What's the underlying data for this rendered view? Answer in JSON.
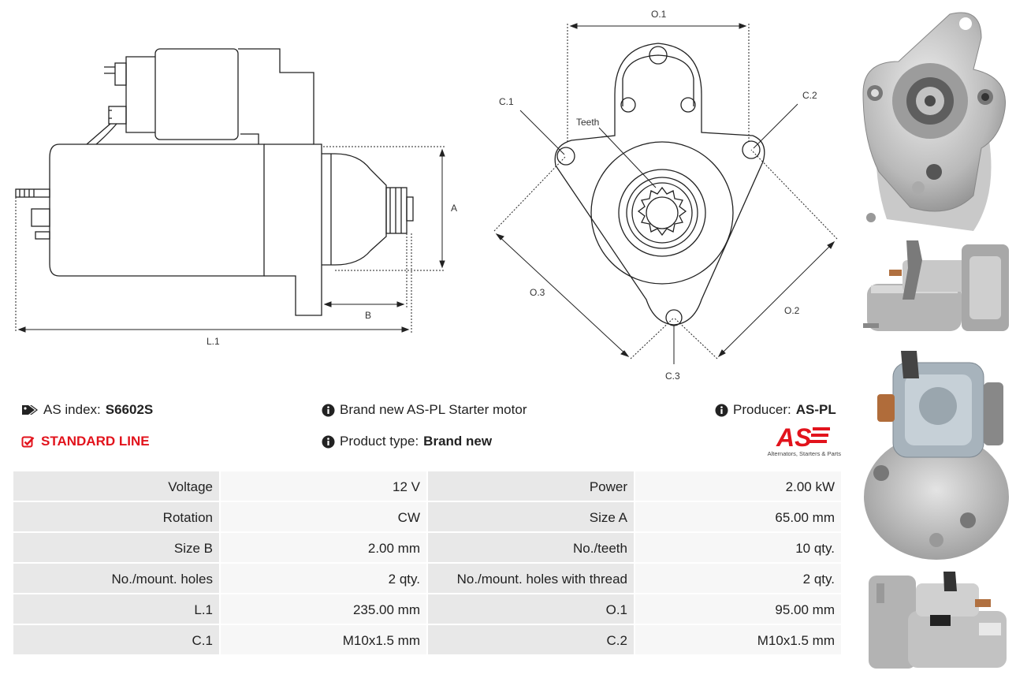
{
  "drawing_labels": {
    "l1": "L.1",
    "a": "A",
    "b": "B",
    "o1": "O.1",
    "o2": "O.2",
    "o3": "O.3",
    "c1": "C.1",
    "c2": "C.2",
    "c3": "C.3",
    "teeth": "Teeth"
  },
  "info": {
    "as_index_label": "AS index:",
    "as_index_value": "S6602S",
    "standard_line": "STANDARD LINE",
    "description": "Brand new AS-PL Starter motor",
    "product_type_label": "Product type:",
    "product_type_value": "Brand new",
    "producer_label": "Producer:",
    "producer_value": "AS-PL"
  },
  "logo": {
    "text": "AS",
    "tagline": "Alternators, Starters & Parts",
    "color": "#e2131c"
  },
  "specs": {
    "rows": [
      [
        {
          "label": "Voltage",
          "value": "12 V"
        },
        {
          "label": "Power",
          "value": "2.00 kW"
        }
      ],
      [
        {
          "label": "Rotation",
          "value": "CW"
        },
        {
          "label": "Size A",
          "value": "65.00 mm"
        }
      ],
      [
        {
          "label": "Size B",
          "value": "2.00 mm"
        },
        {
          "label": "No./teeth",
          "value": "10 qty."
        }
      ],
      [
        {
          "label": "No./mount. holes",
          "value": "2 qty."
        },
        {
          "label": "No./mount. holes with thread",
          "value": "2 qty."
        }
      ],
      [
        {
          "label": "L.1",
          "value": "235.00 mm"
        },
        {
          "label": "O.1",
          "value": "95.00 mm"
        }
      ],
      [
        {
          "label": "C.1",
          "value": "M10x1.5 mm"
        },
        {
          "label": "C.2",
          "value": "M10x1.5 mm"
        }
      ]
    ]
  },
  "icons": {
    "tag": "tag-icon",
    "check": "checkbox-icon",
    "info": "info-circle-icon"
  }
}
